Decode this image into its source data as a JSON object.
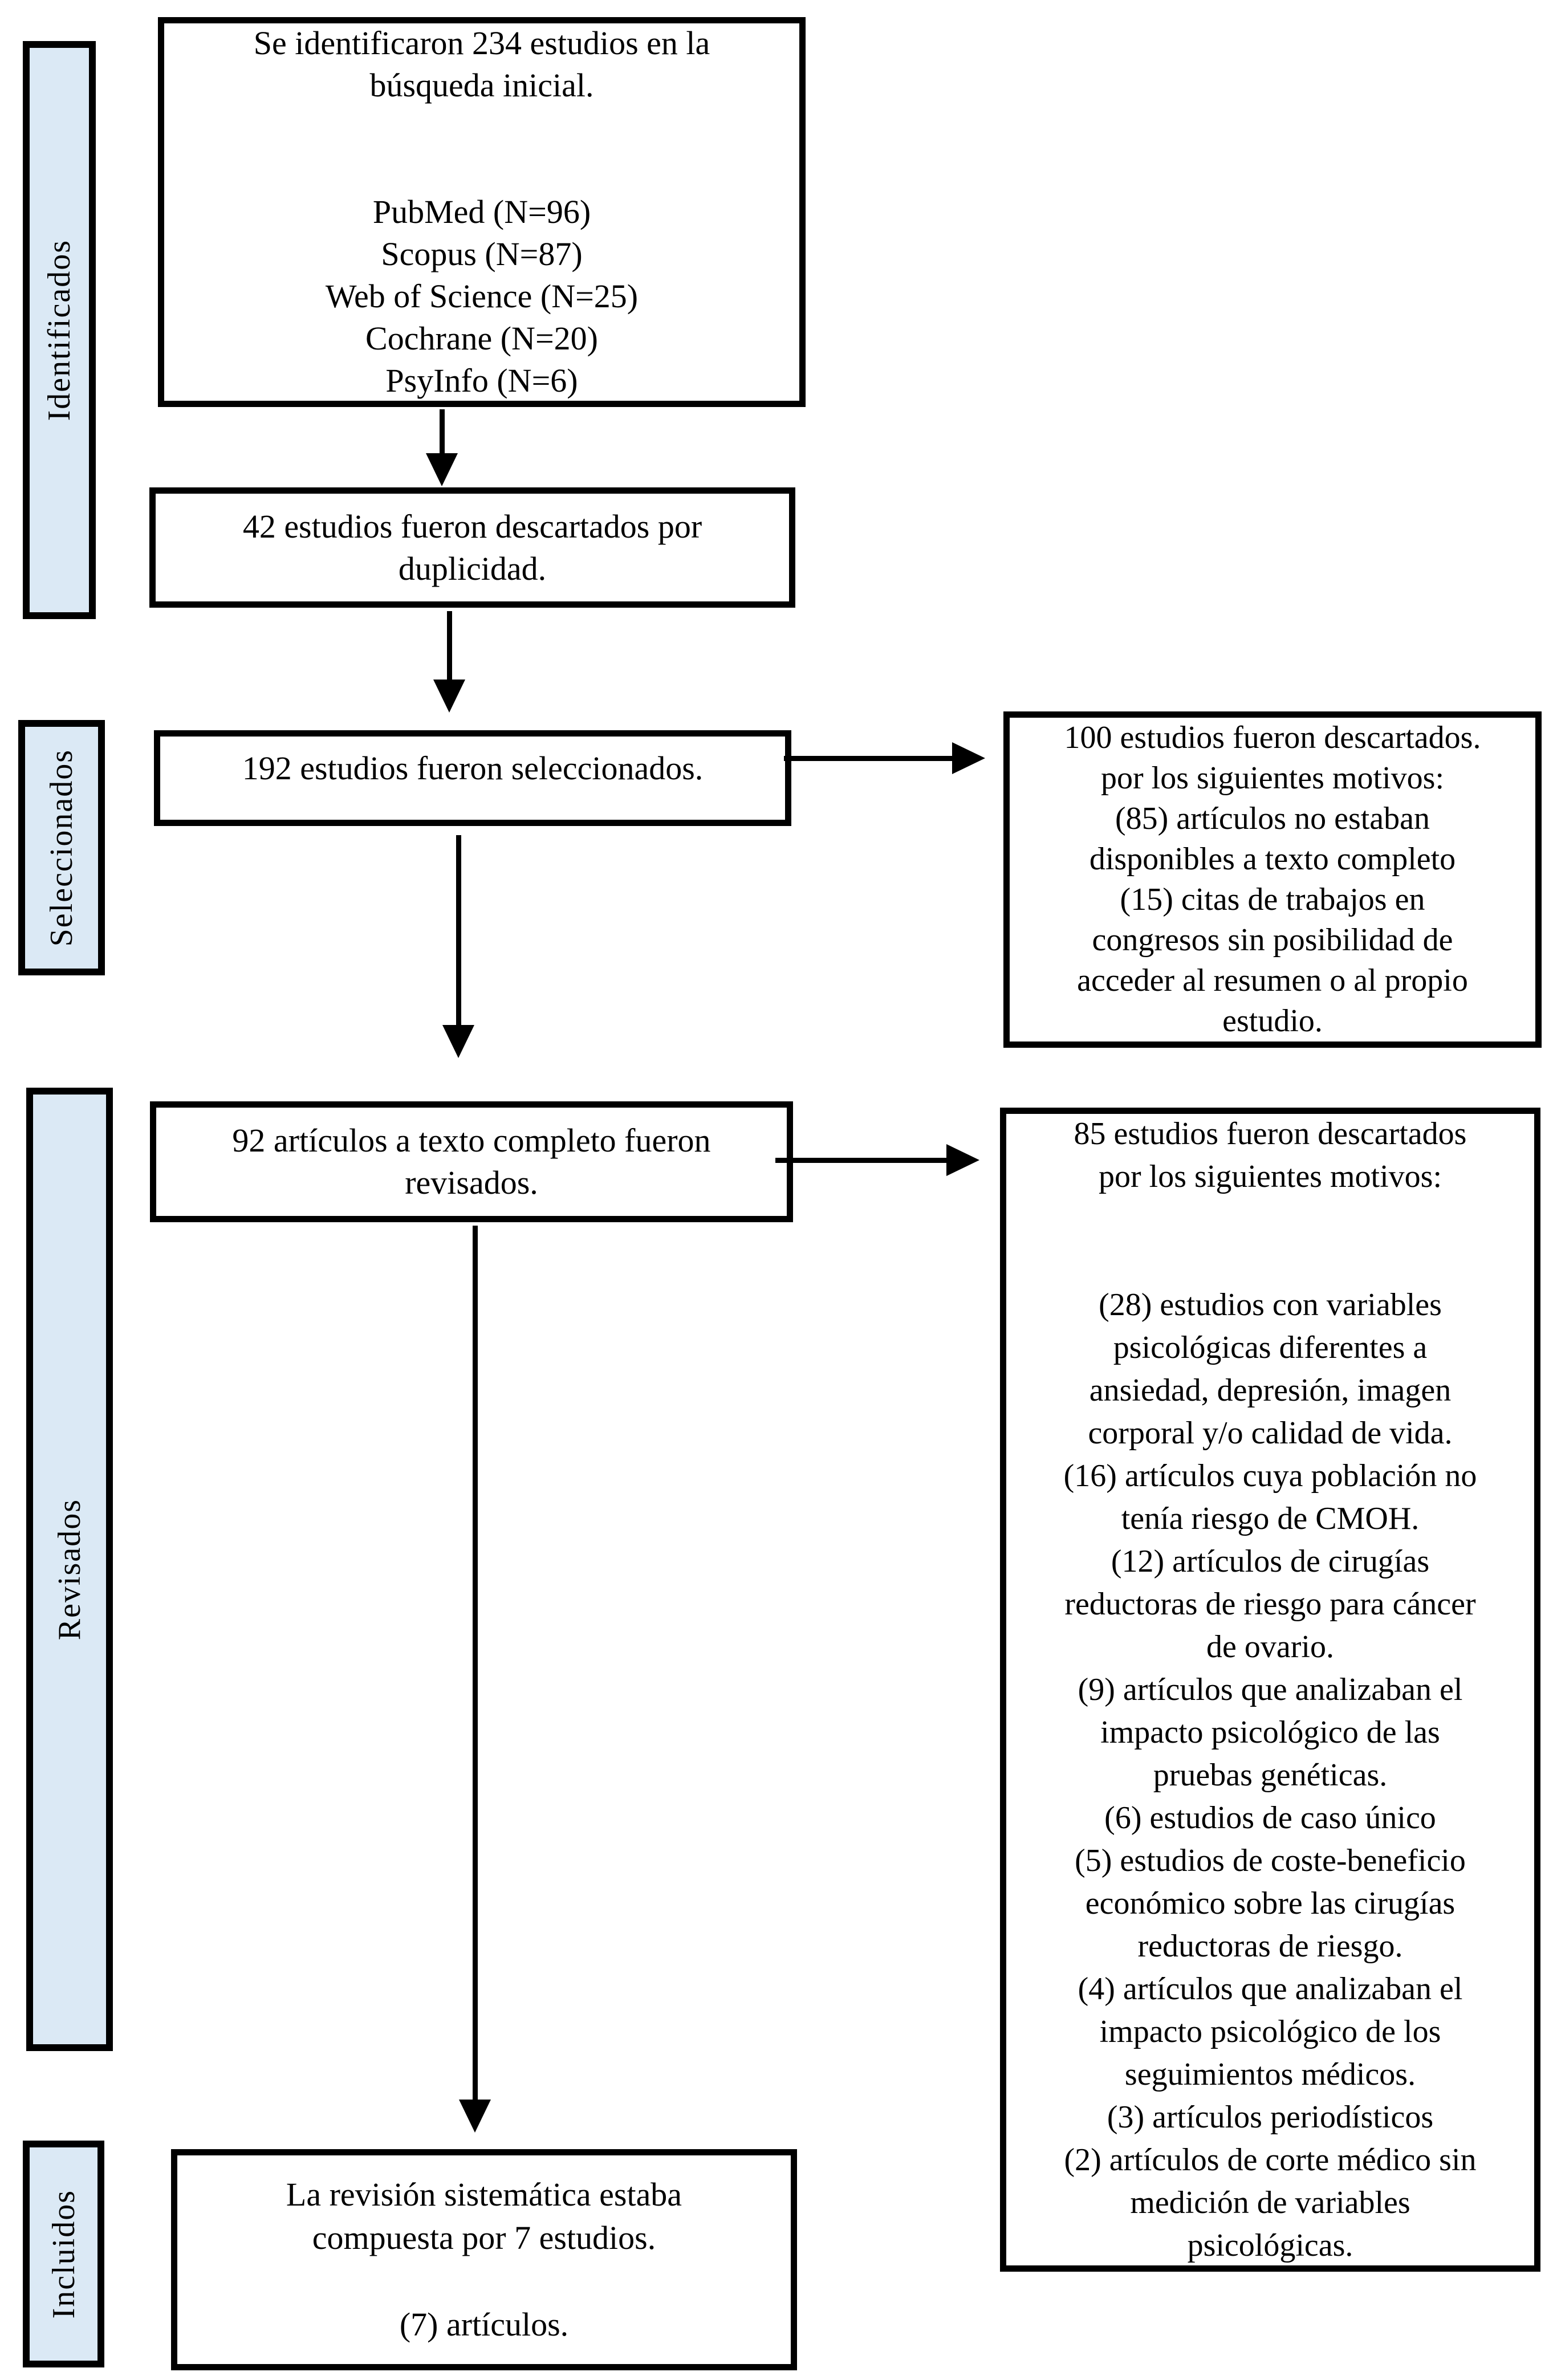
{
  "stages": [
    {
      "label": "Identificados"
    },
    {
      "label": "Seleccionados"
    },
    {
      "label": "Revisados"
    },
    {
      "label": "Incluidos"
    }
  ],
  "boxes": {
    "identified": {
      "lines": [
        "Se identificaron 234 estudios en la",
        "búsqueda inicial.",
        "",
        "",
        "PubMed (N=96)",
        "Scopus (N=87)",
        "Web of Science (N=25)",
        "Cochrane (N=20)",
        "PsyInfo (N=6)"
      ]
    },
    "duplicates_removed": {
      "lines": [
        "42 estudios fueron descartados por",
        "duplicidad."
      ]
    },
    "screened": {
      "lines": [
        "192 estudios fueron seleccionados."
      ]
    },
    "screened_excluded": {
      "lines": [
        "100 estudios fueron descartados.",
        "por los siguientes motivos:",
        "(85) artículos no estaban",
        "disponibles a texto completo",
        "(15) citas de trabajos en",
        "congresos sin posibilidad de",
        "acceder al resumen o al propio",
        "estudio."
      ]
    },
    "fulltext_reviewed": {
      "lines": [
        "92 artículos a texto completo fueron",
        "revisados."
      ]
    },
    "fulltext_excluded": {
      "lines": [
        "85 estudios fueron descartados",
        "por los siguientes motivos:",
        "",
        "",
        "(28) estudios con variables",
        "psicológicas diferentes a",
        "ansiedad, depresión, imagen",
        "corporal y/o calidad de vida.",
        "(16) artículos cuya población no",
        "tenía riesgo de CMOH.",
        "(12) artículos de cirugías",
        "reductoras de riesgo para cáncer",
        "de ovario.",
        "(9) artículos que analizaban el",
        "impacto psicológico de las",
        "pruebas genéticas.",
        "(6) estudios de caso único",
        "(5) estudios de coste-beneficio",
        "económico sobre las cirugías",
        "reductoras de riesgo.",
        "(4) artículos que analizaban el",
        "impacto psicológico de los",
        "seguimientos médicos.",
        "(3) artículos periodísticos",
        "(2) artículos de corte médico sin",
        "medición de variables",
        "psicológicas."
      ]
    },
    "included": {
      "lines": [
        "La revisión sistemática estaba",
        "compuesta por 7 estudios.",
        "",
        "(7) artículos."
      ]
    }
  },
  "colors": {
    "stage_fill": "#dbe9f5",
    "box_fill": "#ffffff",
    "line": "#000000",
    "background": "#ffffff"
  }
}
